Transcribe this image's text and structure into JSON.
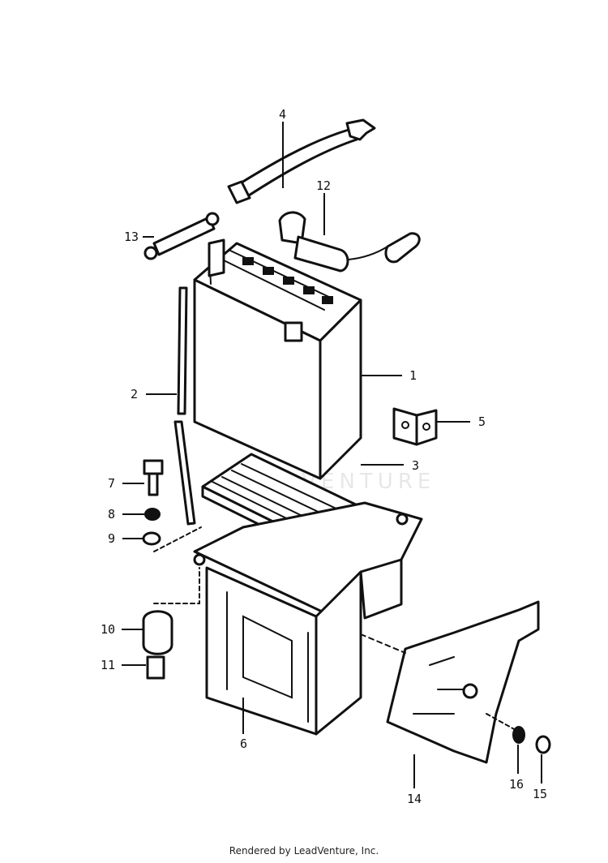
{
  "diagram": {
    "callouts": [
      "1",
      "2",
      "3",
      "4",
      "5",
      "6",
      "7",
      "8",
      "9",
      "10",
      "11",
      "12",
      "13",
      "14",
      "15",
      "16"
    ]
  },
  "watermark": {
    "text": "LEADVENTURE"
  },
  "footer": {
    "text": "Rendered by LeadVenture, Inc."
  }
}
